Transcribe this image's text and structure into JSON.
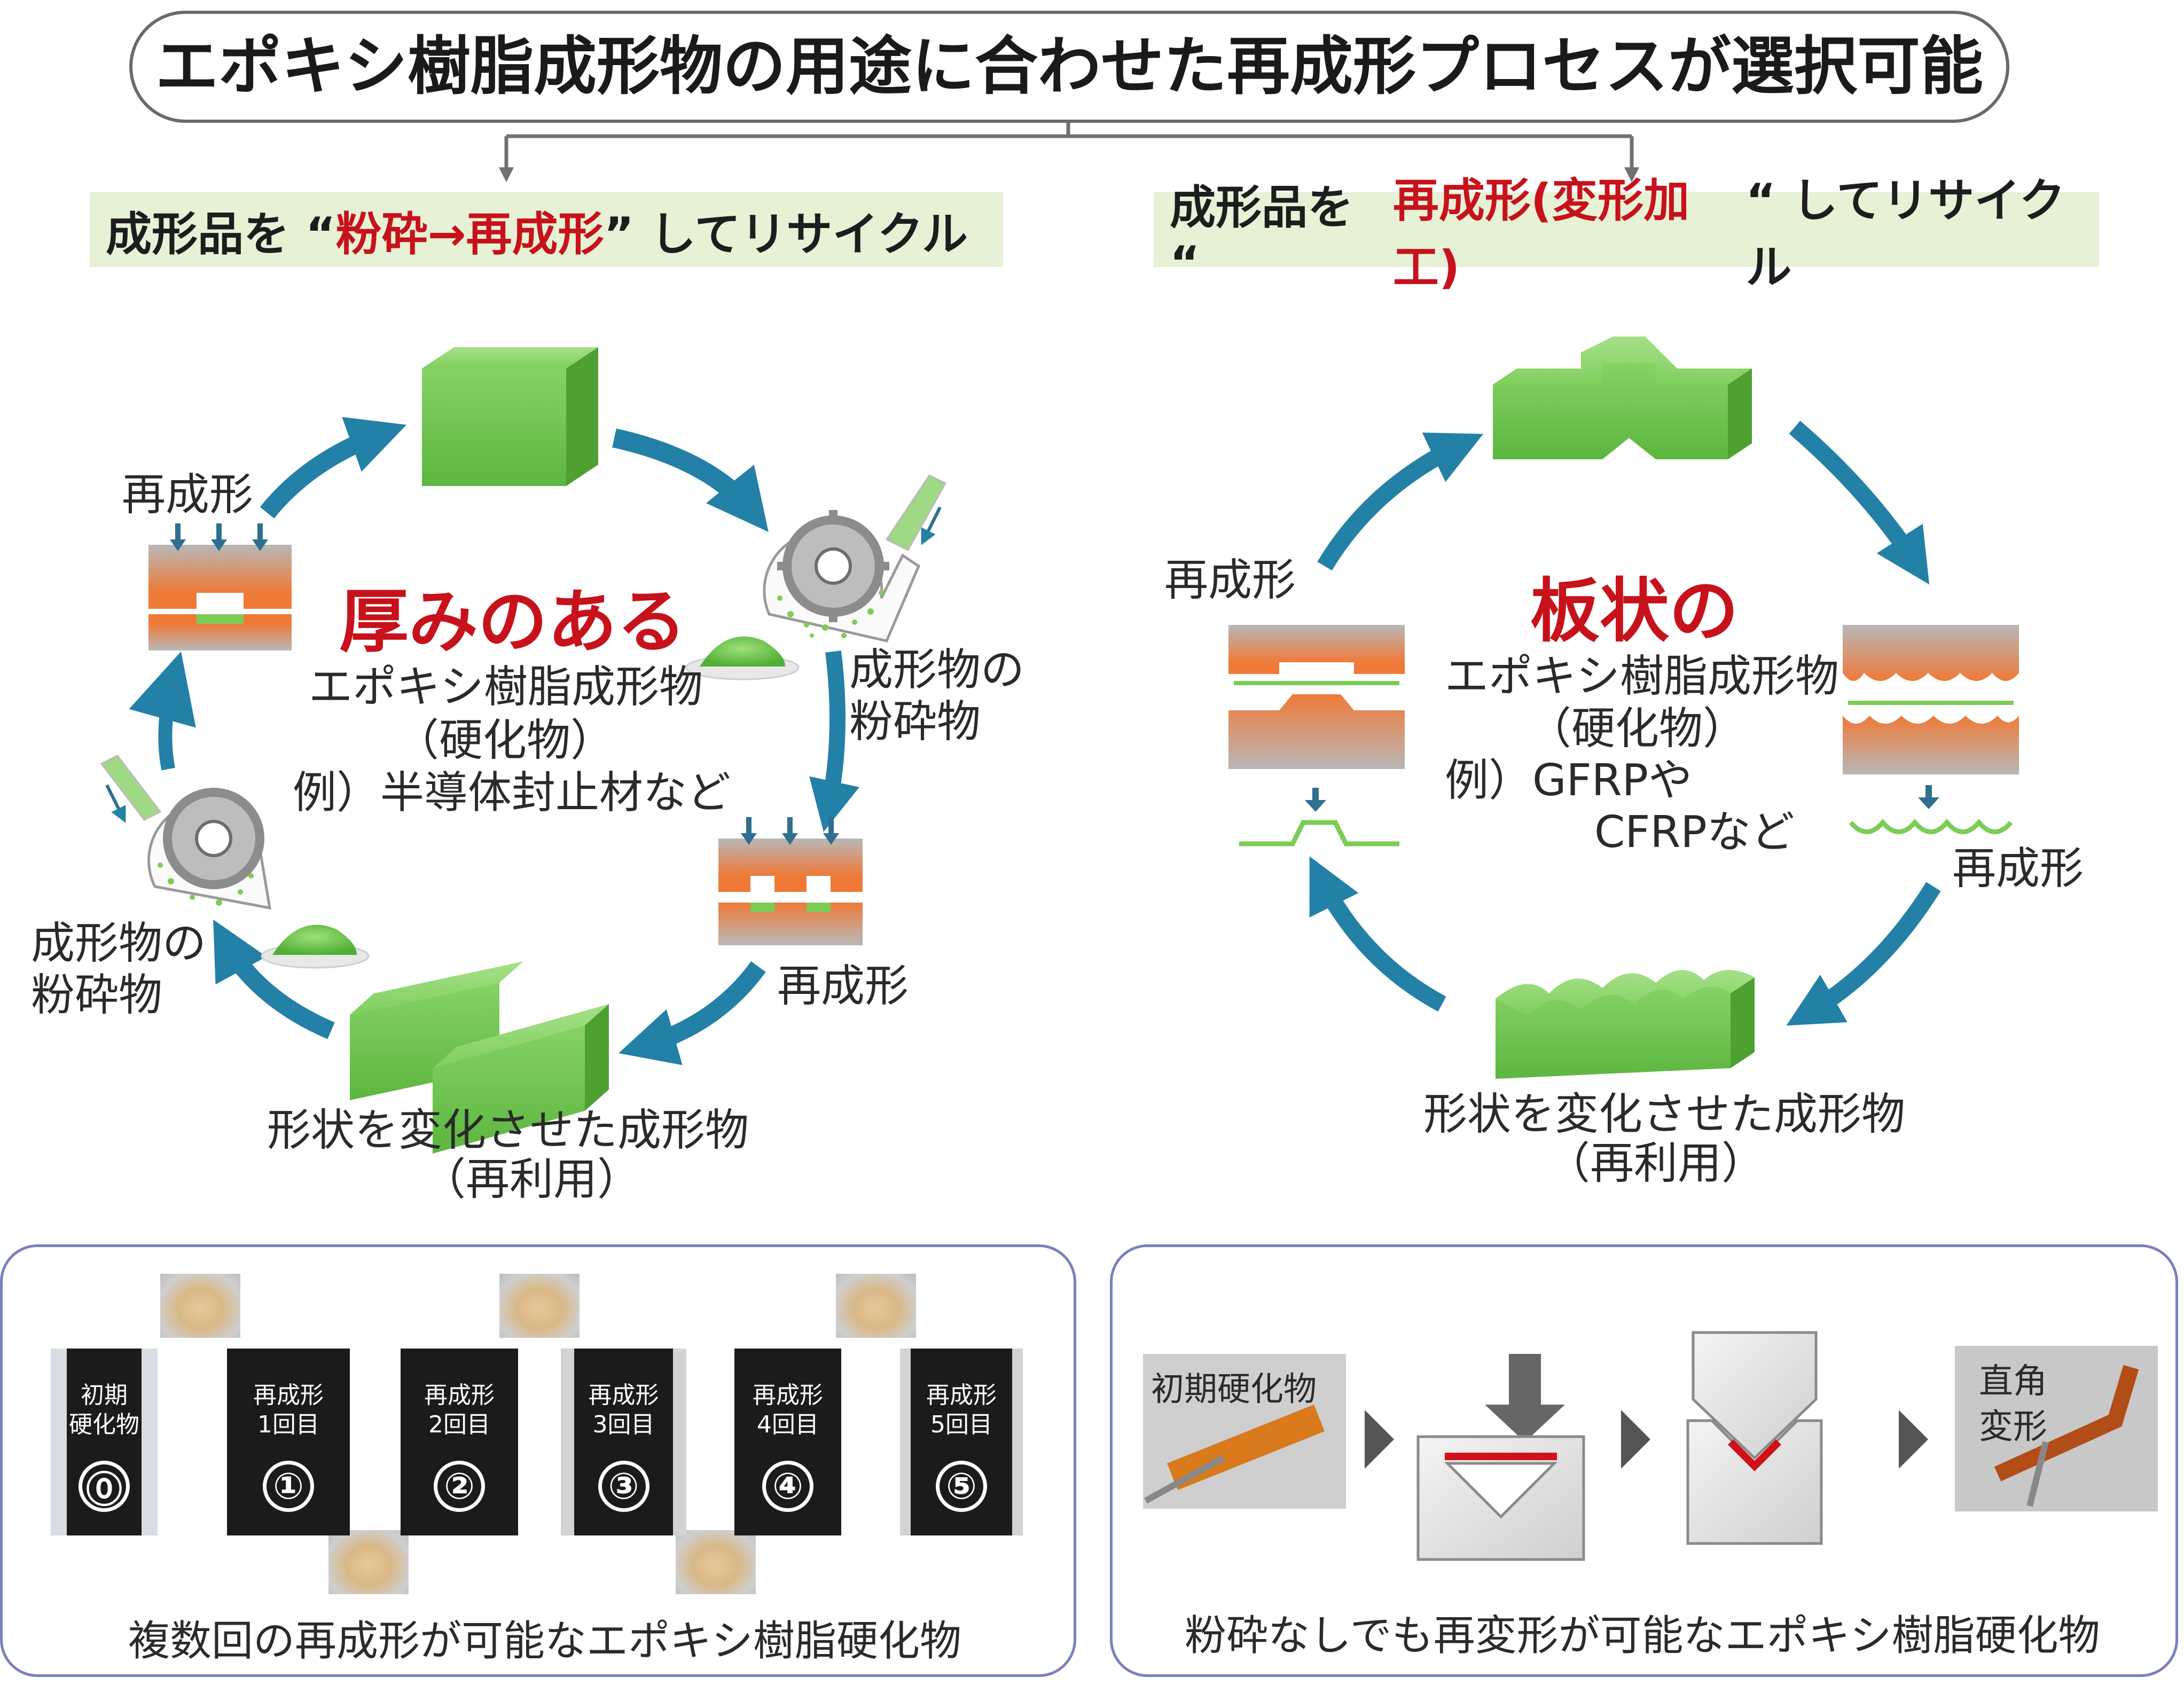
{
  "title": "エポキシ樹脂成形物の用途に合わせた再成形プロセスが選択可能",
  "left": {
    "header_pre": "成形品を “",
    "header_highlight": "粉砕→再成形",
    "header_post": "” してリサイクル",
    "main_label": "厚みのある",
    "desc_line1": "エポキシ樹脂成形物",
    "desc_line2": "（硬化物）",
    "desc_line3": "例）半導体封止材など",
    "label_remold_topleft": "再成形",
    "label_ground_right_1": "成形物の",
    "label_ground_right_2": "粉砕物",
    "label_remold_right": "再成形",
    "label_ground_left_1": "成形物の",
    "label_ground_left_2": "粉砕物",
    "bottom_line1": "形状を変化させた成形物",
    "bottom_line2": "（再利用）"
  },
  "right": {
    "header_pre": "成形品を “",
    "header_highlight": "再成形(変形加工)",
    "header_post": "“ してリサイクル",
    "main_label": "板状の",
    "desc_line1": "エポキシ樹脂成形物",
    "desc_line2": "（硬化物）",
    "desc_line3": "例）GFRPや",
    "desc_line4": "CFRPなど",
    "label_remold_left": "再成形",
    "label_remold_right": "再成形",
    "bottom_line1": "形状を変化させた成形物",
    "bottom_line2": "（再利用）"
  },
  "bottom_left": {
    "caption": "複数回の再成形が可能なエポキシ樹脂硬化物",
    "samples": [
      {
        "line1": "初期",
        "line2": "硬化物",
        "num": "⓪"
      },
      {
        "line1": "再成形",
        "line2": "1回目",
        "num": "①"
      },
      {
        "line1": "再成形",
        "line2": "2回目",
        "num": "②"
      },
      {
        "line1": "再成形",
        "line2": "3回目",
        "num": "③"
      },
      {
        "line1": "再成形",
        "line2": "4回目",
        "num": "④"
      },
      {
        "line1": "再成形",
        "line2": "5回目",
        "num": "⑤"
      }
    ]
  },
  "bottom_right": {
    "caption": "粉砕なしでも再変形が可能なエポキシ樹脂硬化物",
    "initial_label": "初期硬化物",
    "result_label_1": "直角",
    "result_label_2": "変形"
  },
  "colors": {
    "arrow_blue": "#2380a6",
    "green_block": "#77c95a",
    "mold_orange": "#ee7a3a",
    "mold_gray": "#bcbcbc",
    "highlight_red": "#c7121b",
    "header_bg": "#e6f1d5",
    "panel_border": "#7a7fbe"
  }
}
